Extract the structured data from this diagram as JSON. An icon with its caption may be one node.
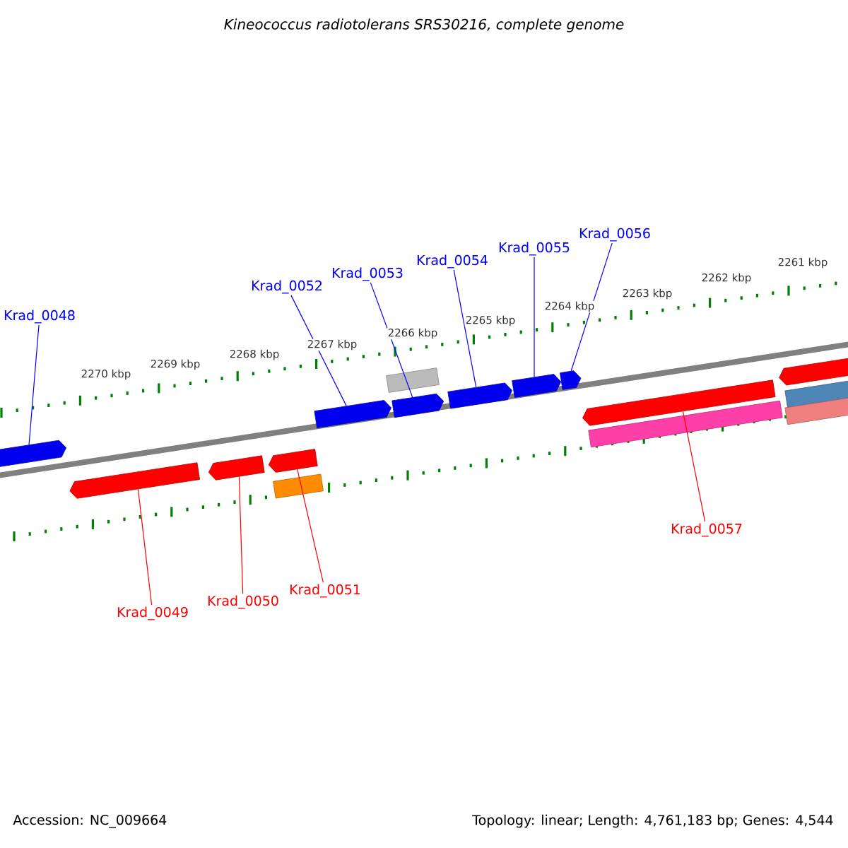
{
  "diagram": {
    "title": "Kineococcus radiotolerans SRS30216, complete genome",
    "nodes": [
      {
        "text": [
          "Krad_0048"
        ]
      },
      {
        "text": [
          "Krad_0052"
        ]
      },
      {
        "text": [
          "Krad_0053"
        ]
      },
      {
        "text": [
          "Krad_0054"
        ]
      },
      {
        "text": [
          "Krad_0055"
        ]
      },
      {
        "text": [
          "Krad_0056"
        ]
      },
      {
        "text": [
          "Krad_0049"
        ]
      },
      {
        "text": [
          "Krad_0050"
        ]
      },
      {
        "text": [
          "Krad_0051"
        ]
      },
      {
        "text": [
          "Krad_0057"
        ]
      },
      {
        "text": [],
        "shape": "arrow"
      },
      {
        "text": [],
        "shape": "arrow"
      },
      {
        "text": [],
        "shape": "box"
      },
      {
        "text": [],
        "shape": "arrow"
      },
      {
        "text": [],
        "shape": "arrow"
      },
      {
        "text": [],
        "shape": "arrow"
      },
      {
        "text": [],
        "shape": "arrow"
      },
      {
        "text": [],
        "shape": "arrow"
      },
      {
        "text": [],
        "shape": "arrow"
      },
      {
        "text": [],
        "shape": "arrow"
      },
      {
        "text": [],
        "shape": "box"
      },
      {
        "text": [],
        "shape": "arrow"
      },
      {
        "text": [],
        "shape": "box"
      },
      {
        "text": [],
        "shape": "arrow"
      },
      {
        "text": [],
        "shape": "box"
      },
      {
        "text": [],
        "shape": "box"
      }
    ],
    "edges": [
      {
        "from": 0,
        "to": 10,
        "arrow": "none",
        "color": "#0000ff"
      },
      {
        "from": 1,
        "to": 11,
        "arrow": "none",
        "color": "#0000ff"
      },
      {
        "from": 2,
        "to": 13,
        "arrow": "none",
        "color": "#0000ff"
      },
      {
        "from": 3,
        "to": 14,
        "arrow": "none",
        "color": "#0000ff"
      },
      {
        "from": 4,
        "to": 15,
        "arrow": "none",
        "color": "#0000ff"
      },
      {
        "from": 5,
        "to": 16,
        "arrow": "none",
        "color": "#0000ff"
      },
      {
        "from": 6,
        "to": 17,
        "arrow": "none",
        "color": "#ff0000"
      },
      {
        "from": 7,
        "to": 18,
        "arrow": "none",
        "color": "#ff0000"
      },
      {
        "from": 8,
        "to": 19,
        "arrow": "none",
        "color": "#ff0000"
      },
      {
        "from": 9,
        "to": 21,
        "arrow": "none",
        "color": "#ff0000"
      }
    ],
    "labels": [
      "2270 kbp",
      "2269 kbp",
      "2268 kbp",
      "2267 kbp",
      "2266 kbp",
      "2265 kbp",
      "2264 kbp",
      "2263 kbp",
      "2262 kbp",
      "2261 kbp",
      "Accession: NC_009664",
      "Topology: linear; Length: 4,761,183 bp; Genes: 4,544"
    ]
  }
}
